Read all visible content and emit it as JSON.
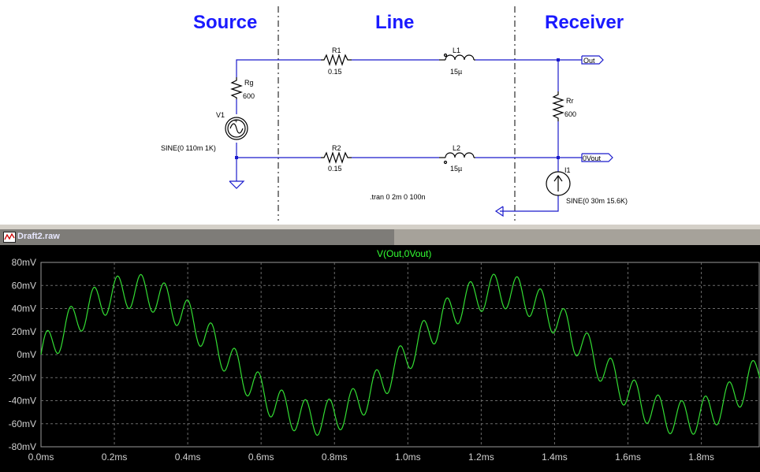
{
  "schematic": {
    "sections": {
      "source": "Source",
      "line": "Line",
      "receiver": "Receiver"
    },
    "components": {
      "rg": {
        "name": "Rg",
        "value": "600"
      },
      "v1": {
        "name": "V1",
        "value": "SINE(0 110m 1K)"
      },
      "r1": {
        "name": "R1",
        "value": "0.15"
      },
      "r2": {
        "name": "R2",
        "value": "0.15"
      },
      "l1": {
        "name": "L1",
        "value": "15µ"
      },
      "l2": {
        "name": "L2",
        "value": "15µ"
      },
      "rr": {
        "name": "Rr",
        "value": "600"
      },
      "i1": {
        "name": "I1",
        "value": "SINE(0 30m 15.6K)"
      }
    },
    "nets": {
      "out": "Out",
      "zvout": "0Vout"
    },
    "directive": ".tran 0 2m 0 100n",
    "colors": {
      "wire": "#1a1acc",
      "title": "#1a1aff"
    }
  },
  "plot_window": {
    "title": "Draft2.raw",
    "icon": "waveform-icon",
    "trace_name": "V(Out,0Vout)"
  },
  "chart_data": {
    "type": "line",
    "title": "V(Out,0Vout)",
    "xlabel": "",
    "ylabel": "",
    "x_tick_labels": [
      "0.0ms",
      "0.2ms",
      "0.4ms",
      "0.6ms",
      "0.8ms",
      "1.0ms",
      "1.2ms",
      "1.4ms",
      "1.6ms",
      "1.8ms"
    ],
    "y_tick_labels": [
      "80mV",
      "60mV",
      "40mV",
      "20mV",
      "0mV",
      "-20mV",
      "-40mV",
      "-60mV",
      "-80mV"
    ],
    "xlim_ms": [
      0,
      1.96
    ],
    "ylim_mV": [
      -80,
      80
    ],
    "grid": true,
    "background": "#000000",
    "series": [
      {
        "name": "V(Out,0Vout)",
        "color": "#33dd33",
        "composition": {
          "component_1": {
            "amplitude_mV": 55,
            "frequency_kHz": 1.0
          },
          "component_2": {
            "amplitude_mV": 15,
            "frequency_kHz": 15.6
          }
        }
      }
    ]
  }
}
